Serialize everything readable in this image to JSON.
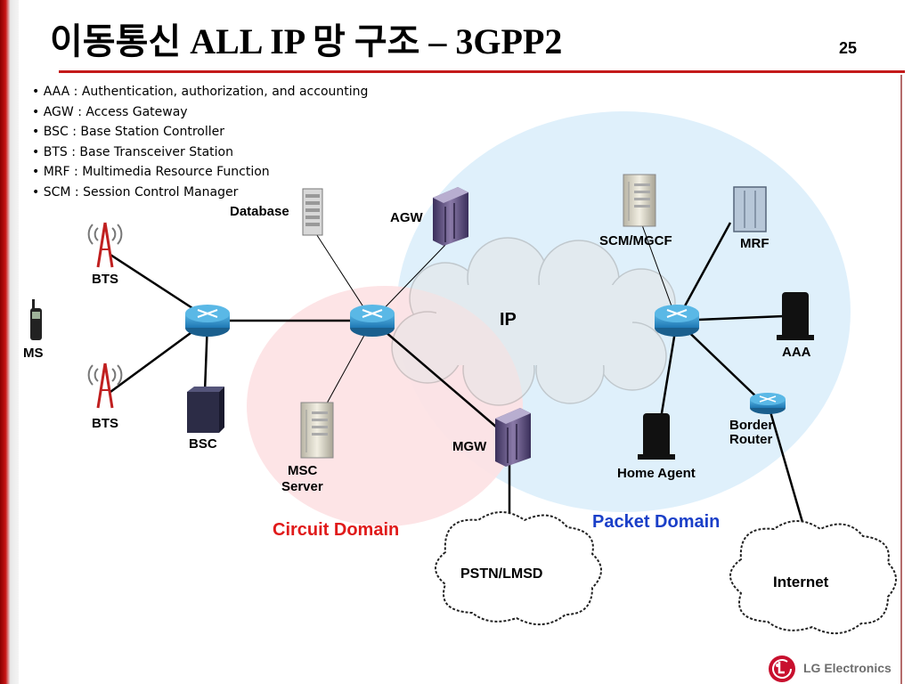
{
  "title": "이동통신 ALL IP 망 구조 – 3GPP2",
  "page_number": "25",
  "legend_items": [
    "AAA : Authentication, authorization, and accounting",
    "AGW : Access Gateway",
    "BSC : Base Station Controller",
    "BTS : Base Transceiver Station",
    "MRF : Multimedia Resource Function",
    "SCM : Session Control Manager"
  ],
  "nodes": {
    "database": "Database",
    "agw": "AGW",
    "scm_mgcf": "SCM/MGCF",
    "mrf": "MRF",
    "bts_top": "BTS",
    "bts_bottom": "BTS",
    "ms": "MS",
    "bsc": "BSC",
    "msc_server_line1": "MSC",
    "msc_server_line2": "Server",
    "mgw": "MGW",
    "home_agent": "Home Agent",
    "aaa": "AAA",
    "border_router_line1": "Border",
    "border_router_line2": "Router",
    "ip": "IP",
    "pstn": "PSTN/LMSD",
    "internet": "Internet"
  },
  "domains": {
    "circuit": "Circuit Domain",
    "packet": "Packet Domain"
  },
  "colors": {
    "accent": "#c41a1a",
    "circuit_domain_fill": "#fde2e4",
    "packet_domain_fill": "#dff0fb",
    "circuit_label": "#e01a1a",
    "packet_label": "#1a3fc8",
    "router": "#2a8ec8"
  },
  "brand": {
    "logo_text": "LG Electronics"
  }
}
